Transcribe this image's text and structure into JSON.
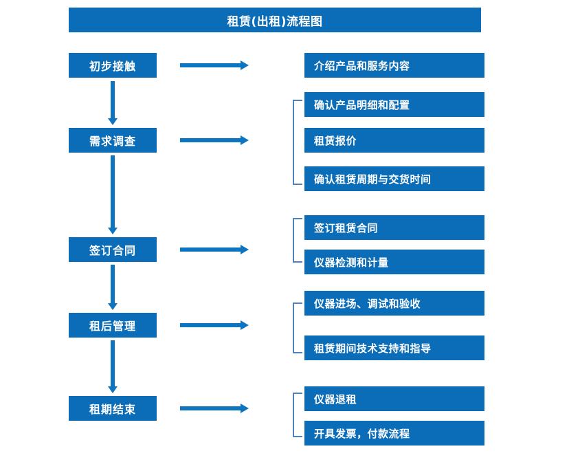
{
  "diagram": {
    "title": "租赁(出租)流程图",
    "colors": {
      "box_fill": "#0b6cb8",
      "box_text": "#ffffff",
      "arrow": "#0d74bf",
      "bracket": "#4f81bd",
      "background": "#ffffff"
    },
    "stages": [
      {
        "label": "初步接触"
      },
      {
        "label": "需求调查"
      },
      {
        "label": "签订合同"
      },
      {
        "label": "租后管理"
      },
      {
        "label": "租期结束"
      }
    ],
    "details": [
      {
        "label": "介绍产品和服务内容"
      },
      {
        "label": "确认产品明细和配置"
      },
      {
        "label": "租赁报价"
      },
      {
        "label": "确认租赁周期与交货时间"
      },
      {
        "label": "签订租赁合同"
      },
      {
        "label": "仪器检测和计量"
      },
      {
        "label": "仪器进场、调试和验收"
      },
      {
        "label": "租赁期间技术支持和指导"
      },
      {
        "label": "仪器退租"
      },
      {
        "label": "开具发票，付款流程"
      }
    ]
  }
}
